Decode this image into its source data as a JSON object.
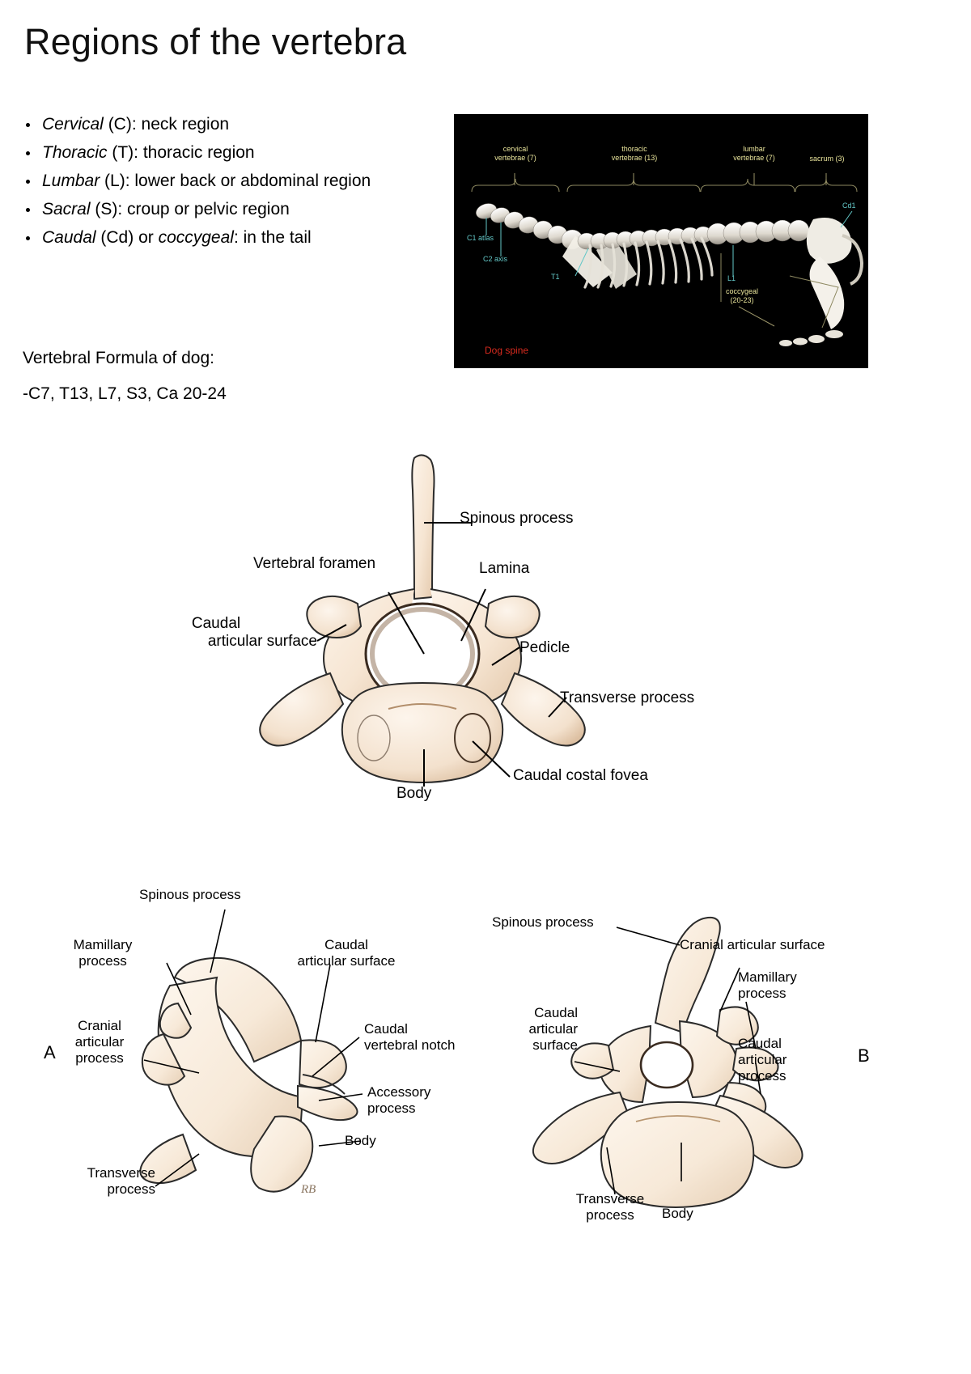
{
  "title": "Regions of the vertebra",
  "regions": [
    {
      "term": "Cervical",
      "rest": " (C): neck region"
    },
    {
      "term": "Thoracic",
      "rest": " (T): thoracic region"
    },
    {
      "term": "Lumbar",
      "rest": " (L): lower back or abdominal region"
    },
    {
      "term": "Sacral",
      "rest": " (S): croup or pelvic region"
    },
    {
      "term": "Caudal",
      "rest": " (Cd) or coccygeal: in the tail"
    }
  ],
  "formula": {
    "heading": "Vertebral Formula of dog:",
    "value": "-C7, T13, L7, S3, Ca 20-24"
  },
  "spine_figure": {
    "caption": "Dog spine",
    "caption_color": "#d62a1e",
    "label_color": "#e8e39a",
    "highlight_color": "#63c7c7",
    "labels": {
      "cervical": "cervical\nvertebrae (7)",
      "cervical_l1": "cervical",
      "cervical_l2": "vertebrae (7)",
      "thoracic_l1": "thoracic",
      "thoracic_l2": "vertebrae (13)",
      "lumbar_l1": "lumbar",
      "lumbar_l2": "vertebrae (7)",
      "sacrum": "sacrum (3)",
      "coccygeal_l1": "coccygeal",
      "coccygeal_l2": "(20-23)",
      "atlas": "C1 atlas",
      "axis": "C2 axis",
      "t1": "T1",
      "l1": "L1",
      "cd1": "Cd1"
    }
  },
  "vertebra_cranial": {
    "labels": {
      "spinous_process": "Spinous process",
      "vertebral_foramen": "Vertebral foramen",
      "lamina": "Lamina",
      "caudal_articular_surface_l1": "Caudal",
      "caudal_articular_surface_l2": "articular surface",
      "pedicle": "Pedicle",
      "transverse_process": "Transverse process",
      "caudal_costal_fovea": "Caudal costal fovea",
      "body": "Body"
    }
  },
  "figure_a": {
    "letter": "A",
    "labels": {
      "spinous_process": "Spinous process",
      "mamillary_l1": "Mamillary",
      "mamillary_l2": "process",
      "cranial_l1": "Cranial",
      "cranial_l2": "articular",
      "cranial_l3": "process",
      "caudal_art_l1": "Caudal",
      "caudal_art_l2": "articular surface",
      "caudal_notch_l1": "Caudal",
      "caudal_notch_l2": "vertebral notch",
      "accessory_l1": "Accessory",
      "accessory_l2": "process",
      "body": "Body",
      "transverse_l1": "Transverse",
      "transverse_l2": "process"
    }
  },
  "figure_b": {
    "letter": "B",
    "labels": {
      "spinous_process": "Spinous process",
      "cranial_articular_surface": "Cranial articular surface",
      "mamillary_l1": "Mamillary",
      "mamillary_l2": "process",
      "caudal_art_l1": "Caudal",
      "caudal_art_l2": "articular",
      "caudal_art_l3": "surface",
      "caudal_proc_l1": "Caudal",
      "caudal_proc_l2": "articular",
      "caudal_proc_l3": "process",
      "transverse_l1": "Transverse",
      "transverse_l2": "process",
      "body": "Body"
    }
  },
  "colors": {
    "bone_light": "#f7ece0",
    "bone_shade": "#e3cdb4",
    "outline": "#1a1a1a",
    "background": "#ffffff"
  }
}
